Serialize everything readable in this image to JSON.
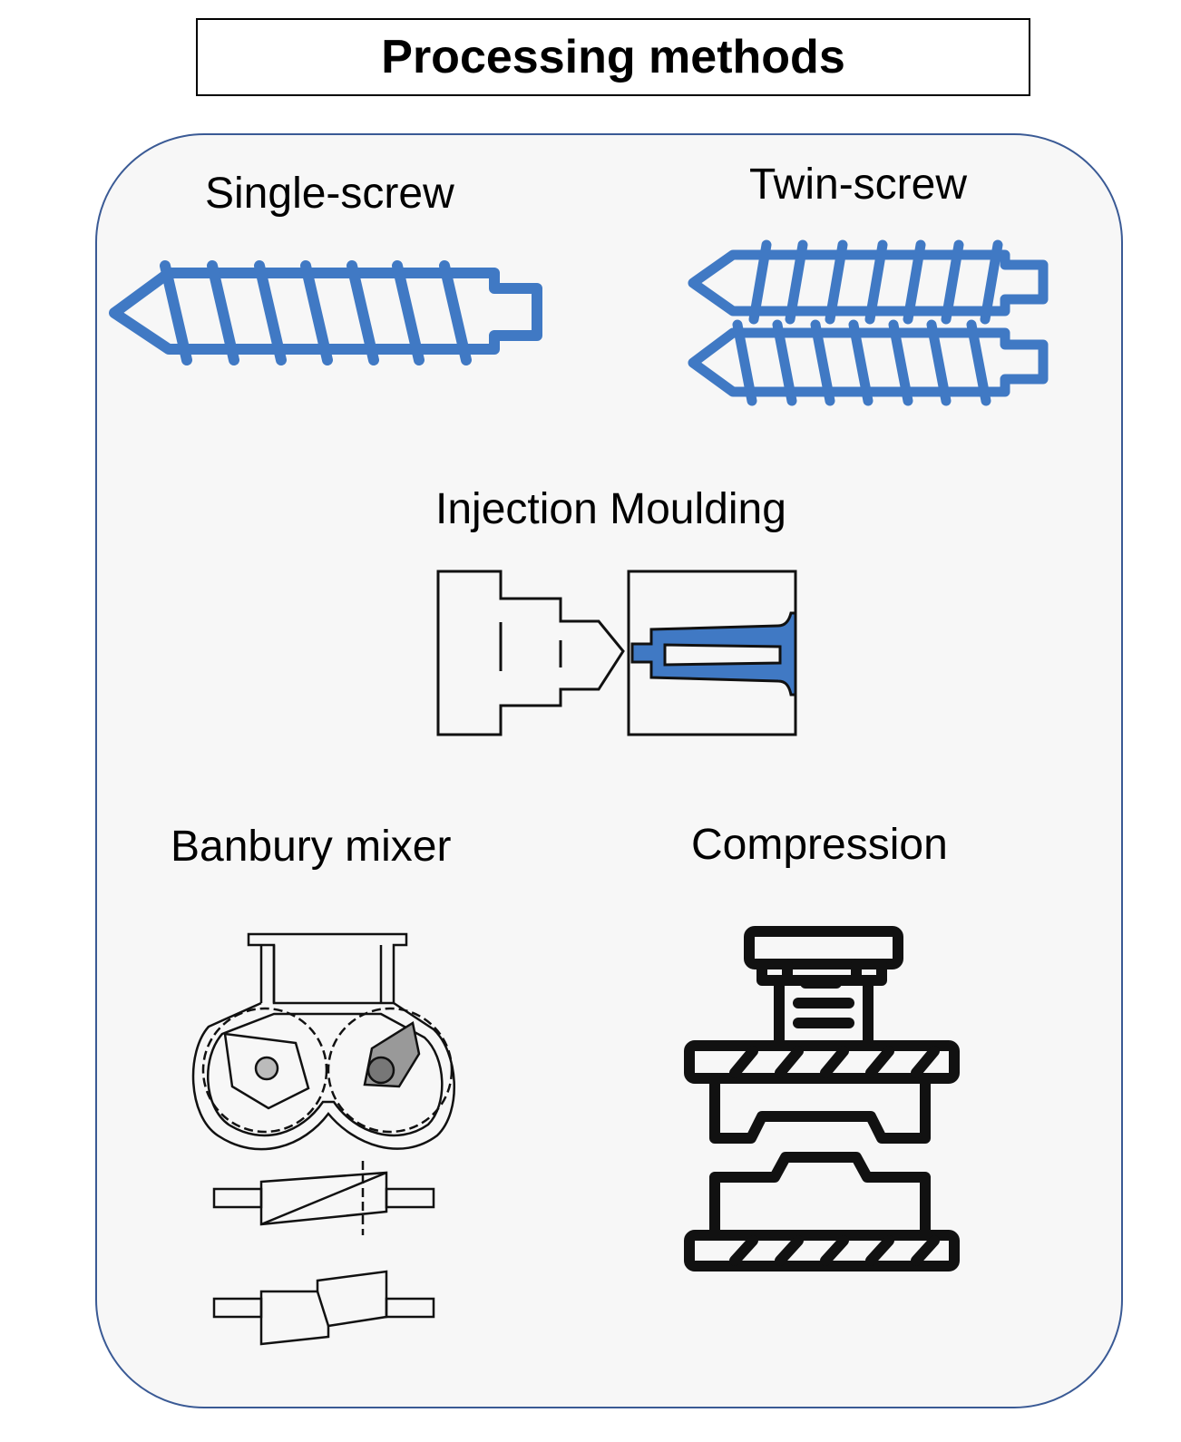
{
  "title": "Processing methods",
  "methods": {
    "single_screw": "Single-screw",
    "twin_screw": "Twin-screw",
    "injection_moulding": "Injection Moulding",
    "banbury_mixer": "Banbury mixer",
    "compression": "Compression"
  },
  "colors": {
    "screw_blue": "#4079c4",
    "panel_border": "#3a5a95",
    "panel_fill": "#f7f7f7"
  }
}
